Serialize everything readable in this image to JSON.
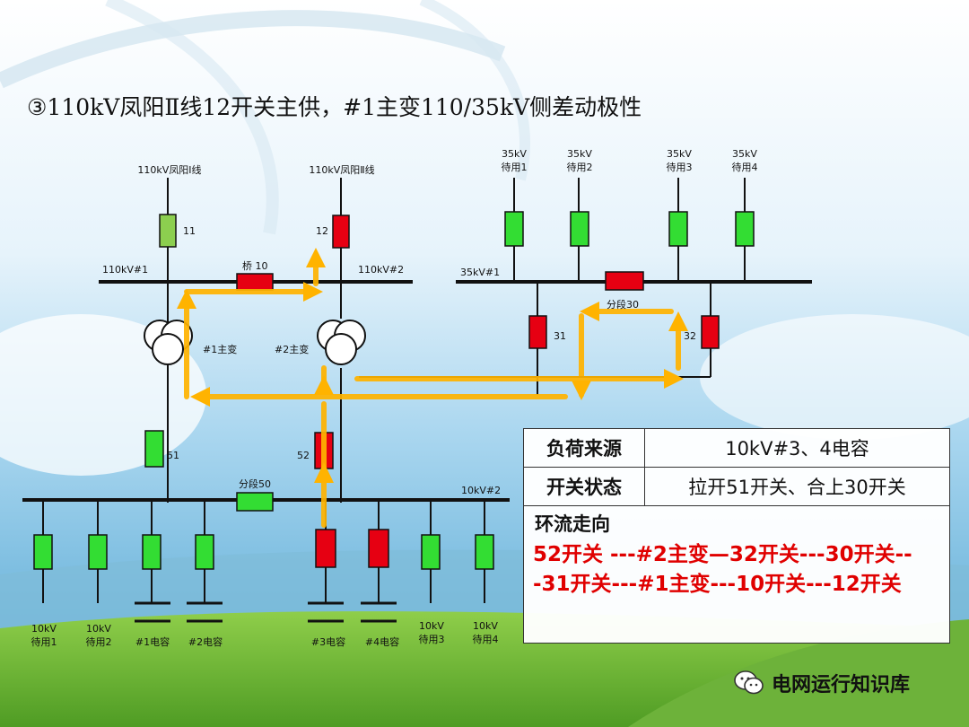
{
  "title": "③110kV凤阳Ⅱ线12开关主供，#1主变110/35kV侧差动极性",
  "labels": {
    "line1": "110kV凤阳Ⅰ线",
    "line2": "110kV凤阳Ⅱ线",
    "b110_1": "110kV#1",
    "b110_2": "110kV#2",
    "bridge": "桥 10",
    "sw11": "11",
    "sw12": "12",
    "t1": "#1主变",
    "t2": "#2主变",
    "b35_1": "35kV#1",
    "seg30": "分段30",
    "sw31": "31",
    "sw32": "32",
    "sw51": "51",
    "sw52": "52",
    "seg50": "分段50",
    "b10_2": "10kV#2"
  },
  "feeders35": [
    {
      "l1": "35kV",
      "l2": "待用1"
    },
    {
      "l1": "35kV",
      "l2": "待用2"
    },
    {
      "l1": "35kV",
      "l2": "待用3"
    },
    {
      "l1": "35kV",
      "l2": "待用4"
    }
  ],
  "feeders10": [
    {
      "l1": "10kV",
      "l2": "待用1"
    },
    {
      "l1": "10kV",
      "l2": "待用2"
    },
    {
      "l1": "",
      "l2": "#1电容"
    },
    {
      "l1": "",
      "l2": "#2电容"
    },
    {
      "l1": "",
      "l2": "#3电容"
    },
    {
      "l1": "",
      "l2": "#4电容"
    },
    {
      "l1": "10kV",
      "l2": "待用3"
    },
    {
      "l1": "10kV",
      "l2": "待用4"
    }
  ],
  "info": {
    "load_source_label": "负荷来源",
    "load_source_value": "10kV#3、4电容",
    "switch_state_label": "开关状态",
    "switch_state_value": "拉开51开关、合上30开关",
    "flow_label": "环流走向",
    "flow_text": "52开关 ---#2主变—32开关---30开关---31开关---#1主变---10开关---12开关"
  },
  "brand": "电网运行知识库",
  "colors": {
    "closed": "#e60012",
    "open": "#33dd33",
    "open_light": "#8ccf4f",
    "flow": "#ffb300",
    "flow_text": "#e00000"
  }
}
